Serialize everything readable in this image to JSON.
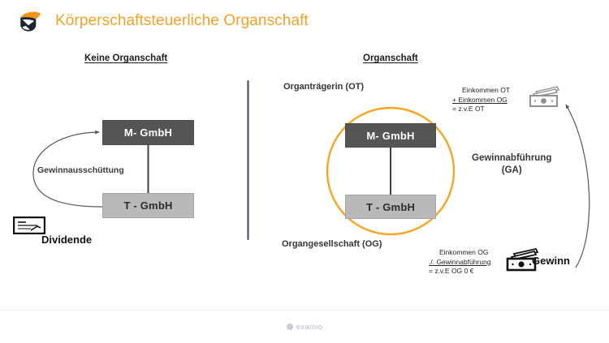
{
  "header": {
    "title": "Körperschaftsteuerliche Organschaft",
    "logo_icon": "examio-logo-icon",
    "accent_color": "#f5a128"
  },
  "diagram": {
    "left_panel": {
      "heading": "Keine Organschaft",
      "parent_box": "M- GmbH",
      "child_box": "T - GmbH",
      "flow_label": "Gewinnausschüttung",
      "payout_label": "Dividende",
      "payout_icon": "cheque-icon"
    },
    "right_panel": {
      "heading": "Organschaft",
      "parent_box": "M- GmbH",
      "child_box": "T - GmbH",
      "parent_role": "Organträgerin (OT)",
      "child_role": "Organgesellschaft (OG)",
      "flow_label_line1": "Gewinnabführung",
      "flow_label_line2": "(GA)",
      "highlight_color": "#f6a623",
      "profit_label": "Gewinn",
      "profit_icon": "banknote-icon",
      "income_icon": "banknote-gray-icon",
      "calc_top": {
        "line1": "Einkommen OT",
        "line2": "+ Einkommen OG",
        "line3": "= z.v.E OT"
      },
      "calc_bottom": {
        "line1": "Einkommen OG",
        "line2": "./. Gewinnabführung",
        "line3": "=  z.v.E OG 0 €"
      }
    },
    "box_colors": {
      "parent": "#555555",
      "child": "#b9b9b9"
    }
  },
  "footer": {
    "copyright": "examio"
  }
}
